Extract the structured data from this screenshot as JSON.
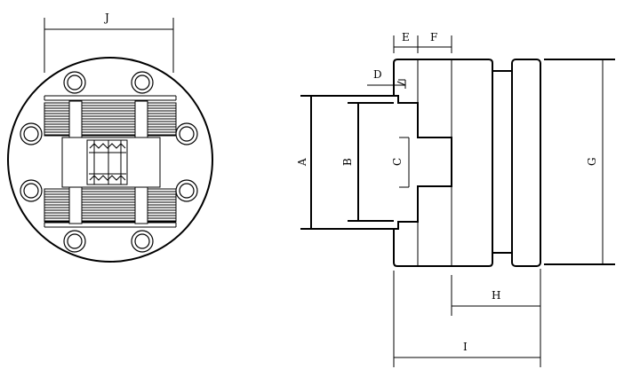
{
  "dimension_labels": {
    "J": "J",
    "A": "A",
    "B": "B",
    "C": "C",
    "D": "D",
    "E": "E",
    "F": "F",
    "G": "G",
    "H": "H",
    "I": "I"
  }
}
